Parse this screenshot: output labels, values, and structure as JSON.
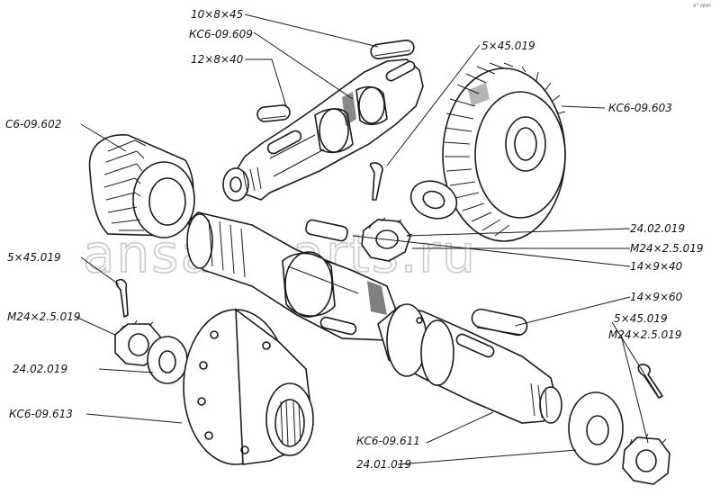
{
  "watermark": "ansat-parts.ru",
  "corner_mark": "x\" nnn",
  "callouts": [
    {
      "id": "key-10x8x45",
      "text": "10×8×45"
    },
    {
      "id": "kc6-09-609",
      "text": "КС6-09.609"
    },
    {
      "id": "key-12x8x40",
      "text": "12×8×40"
    },
    {
      "id": "pin-5x45-top",
      "text": "5×45.019"
    },
    {
      "id": "kc6-09-603",
      "text": "КС6-09.603"
    },
    {
      "id": "c6-09-602",
      "text": "С6-09.602"
    },
    {
      "id": "washer-24-02-right",
      "text": "24.02.019"
    },
    {
      "id": "nut-m24-right",
      "text": "М24×2.5.019"
    },
    {
      "id": "key-14x9x40",
      "text": "14×9×40"
    },
    {
      "id": "pin-5x45-left",
      "text": "5×45.019"
    },
    {
      "id": "key-14x9x60",
      "text": "14×9×60"
    },
    {
      "id": "nut-m24-left",
      "text": "М24×2.5.019"
    },
    {
      "id": "pin-5x45-lower-right",
      "text": "5×45.019"
    },
    {
      "id": "nut-m24-lower-right",
      "text": "М24×2.5.019"
    },
    {
      "id": "washer-24-02-left",
      "text": "24.02.019"
    },
    {
      "id": "kc6-09-613",
      "text": "КС6-09.613"
    },
    {
      "id": "kc6-09-611",
      "text": "КС6-09.611"
    },
    {
      "id": "washer-24-01",
      "text": "24.01.019"
    }
  ]
}
